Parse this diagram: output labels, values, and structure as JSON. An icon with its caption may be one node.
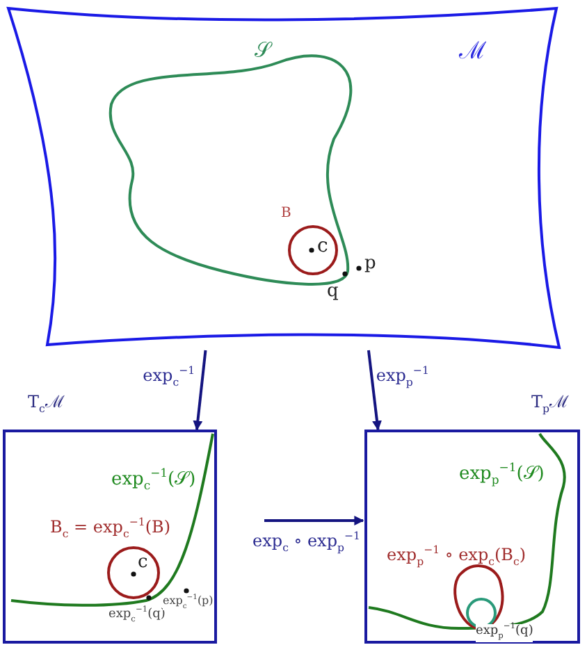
{
  "diagram": {
    "nodes": [
      {
        "text": [
          "ℳ"
        ]
      },
      {
        "text": [
          "T$_{c}$ℳ"
        ]
      },
      {
        "text": [
          "T$_{p}$ℳ"
        ]
      }
    ],
    "edges": [
      {
        "from": 0,
        "to": 1,
        "arrow": "to",
        "label": "exp$_{c}$$^{−1}$"
      },
      {
        "from": 0,
        "to": 2,
        "arrow": "to",
        "label": "exp$_{p}$$^{−1}$"
      },
      {
        "from": 1,
        "to": 2,
        "arrow": "to",
        "label": "exp$_{c}$ ∘ exp$_{p}$$^{−1}$"
      }
    ],
    "labels": [
      "𝒮",
      "B",
      "c",
      "q",
      "p",
      "exp$_{c}$$^{−1}$(𝒮)",
      "B$_{c}$ = exp$_{c}$$^{−1}$(B)",
      "c",
      "exp$_{c}$$^{−1}$(q)",
      "exp$_{c}$$^{−1}$(p)",
      "exp$_{p}$$^{−1}$(𝒮)",
      "exp$_{p}$$^{−1}$ ∘ exp$_{c}$(B$_{c}$)",
      "exp$_{p}$$^{−1}$(q)"
    ]
  }
}
